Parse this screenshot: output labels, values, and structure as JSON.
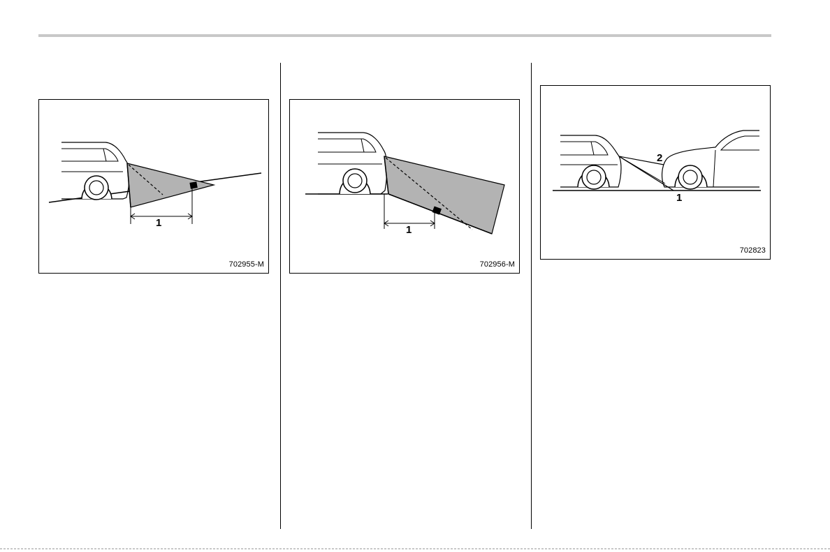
{
  "figures": [
    {
      "code": "702955-M",
      "callouts": [
        "1"
      ]
    },
    {
      "code": "702956-M",
      "callouts": [
        "1"
      ]
    },
    {
      "code": "702823",
      "callouts": [
        "1",
        "2"
      ]
    }
  ],
  "colors": {
    "shading": "#b3b3b3",
    "rule": "#c8c8c8",
    "line": "#000000"
  }
}
